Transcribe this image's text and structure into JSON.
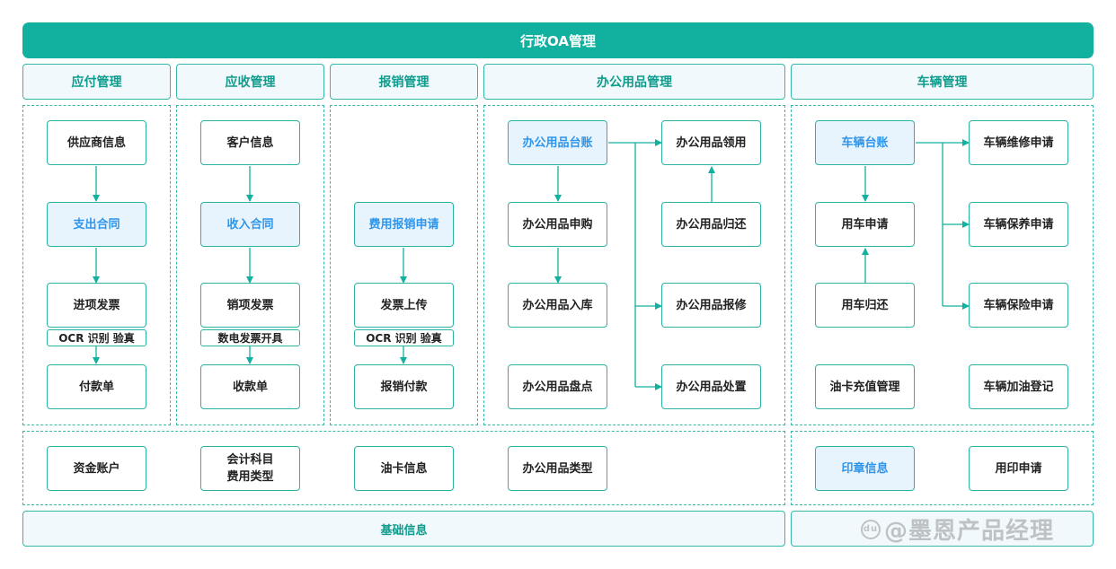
{
  "title": "行政OA管理",
  "sections": {
    "payable": "应付管理",
    "receivable": "应收管理",
    "reimburse": "报销管理",
    "office": "办公用品管理",
    "vehicle": "车辆管理"
  },
  "nodes": {
    "supplier_info": "供应商信息",
    "expense_contract": "支出合同",
    "input_invoice": "进项发票",
    "ocr_verify_1": "OCR 识别 验真",
    "payment_order": "付款单",
    "customer_info": "客户信息",
    "income_contract": "收入合同",
    "output_invoice": "销项发票",
    "e_invoice_issue": "数电发票开具",
    "receipt_order": "收款单",
    "expense_claim": "费用报销申请",
    "invoice_upload": "发票上传",
    "ocr_verify_2": "OCR 识别 验真",
    "claim_payment": "报销付款",
    "office_ledger": "办公用品台账",
    "office_purchase": "办公用品申购",
    "office_stock_in": "办公用品入库",
    "office_inventory": "办公用品盘点",
    "office_receive": "办公用品领用",
    "office_return": "办公用品归还",
    "office_repair": "办公用品报修",
    "office_disposal": "办公用品处置",
    "vehicle_ledger": "车辆台账",
    "car_request": "用车申请",
    "car_return": "用车归还",
    "fuel_card_mgmt": "油卡充值管理",
    "vehicle_repair_req": "车辆维修申请",
    "vehicle_maint_req": "车辆保养申请",
    "vehicle_insurance_req": "车辆保险申请",
    "vehicle_fuel_log": "车辆加油登记"
  },
  "base": {
    "fund_account": "资金账户",
    "account_subject_line1": "会计科目",
    "account_subject_line2": "费用类型",
    "fuel_card_info": "油卡信息",
    "office_type": "办公用品类型",
    "seal_info": "印章信息",
    "seal_request": "用印申请",
    "footer_label": "基础信息"
  },
  "watermark": {
    "logo": "du",
    "text": "@墨恩产品经理"
  },
  "colors": {
    "primary": "#12b19f",
    "border": "#2bb3a1",
    "highlight_text": "#2f95ea",
    "highlight_bg": "#e8f4fd"
  }
}
